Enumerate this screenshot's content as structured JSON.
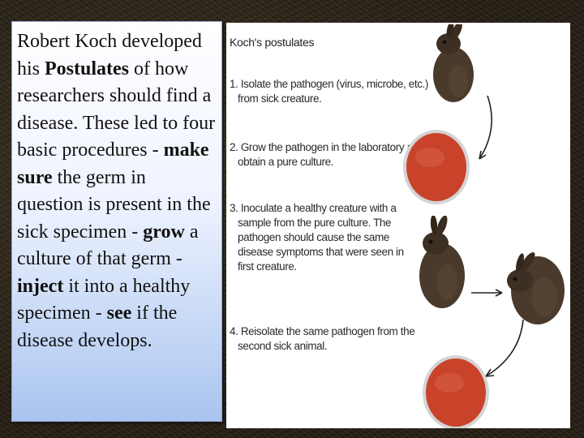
{
  "description": {
    "segments": [
      {
        "text": "Robert Koch developed his ",
        "bold": false
      },
      {
        "text": "Postulates",
        "bold": true
      },
      {
        "text": " of how researchers should find a disease. These led to four basic procedures - ",
        "bold": false
      },
      {
        "text": "make sure",
        "bold": true
      },
      {
        "text": " the germ in question is present in the sick specimen - ",
        "bold": false
      },
      {
        "text": "grow",
        "bold": true
      },
      {
        "text": " a culture of that germ - ",
        "bold": false
      },
      {
        "text": "inject",
        "bold": true
      },
      {
        "text": " it into a healthy specimen - ",
        "bold": false
      },
      {
        "text": "see",
        "bold": true
      },
      {
        "text": " if the disease develops.",
        "bold": false
      }
    ]
  },
  "figure": {
    "title": "Koch's postulates",
    "steps": [
      {
        "number": "1.",
        "lines": [
          "Isolate the pathogen (virus, microbe, etc.)",
          "from sick creature."
        ]
      },
      {
        "number": "2.",
        "lines": [
          "Grow the pathogen in the laboratory and",
          "obtain a pure culture."
        ]
      },
      {
        "number": "3.",
        "lines": [
          "Inoculate a healthy creature with a",
          "sample from the pure culture. The",
          "pathogen should cause the same",
          "disease symptoms that were seen in",
          "first creature."
        ]
      },
      {
        "number": "4.",
        "lines": [
          "Reisolate the same pathogen from the",
          "second sick animal."
        ]
      }
    ]
  },
  "colors": {
    "background": "#2b2418",
    "textbox_top": "#ffffff",
    "textbox_bottom": "#a9c4ef",
    "petri_dish": "#c8432a",
    "rabbit_fur": "#4a3a2c"
  }
}
